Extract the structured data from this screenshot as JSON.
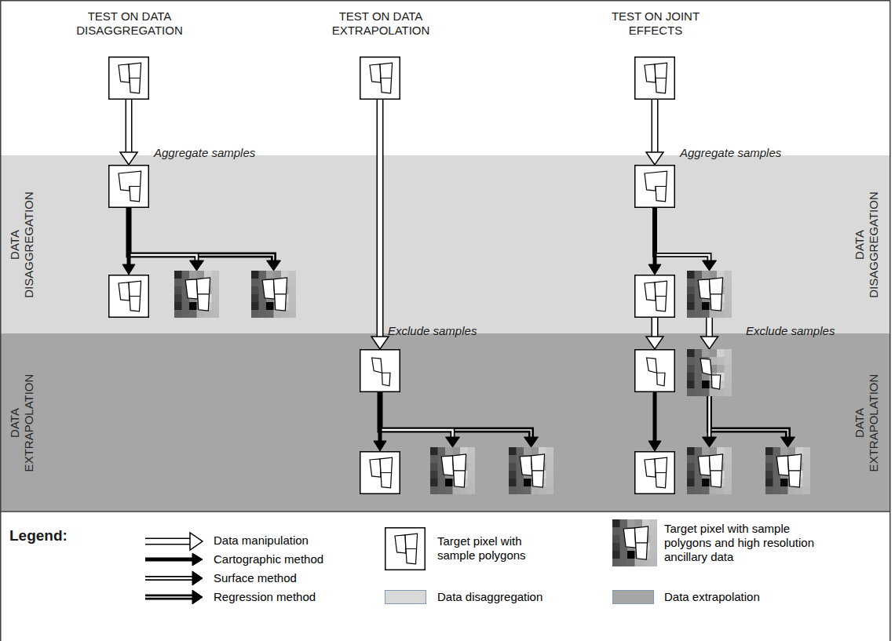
{
  "diagram": {
    "nodes": [
      {
        "text": []
      },
      {
        "text": []
      },
      {
        "text": []
      },
      {
        "text": [
          "DATA DISAGGREGATION",
          "DATA DISAGGREGATION"
        ]
      },
      {
        "text": [],
        "in": 3
      },
      {
        "text": [],
        "in": 3
      },
      {
        "text": [],
        "in": 3
      },
      {
        "text": [],
        "in": 3
      },
      {
        "text": [],
        "in": 3
      },
      {
        "text": [],
        "in": 3
      },
      {
        "text": [],
        "in": 3
      },
      {
        "text": [
          "DATA EXTRAPOLATION",
          "DATA EXTRAPOLATION"
        ]
      },
      {
        "text": [],
        "in": 11
      },
      {
        "text": [],
        "in": 11
      },
      {
        "text": [],
        "in": 11
      },
      {
        "text": [],
        "in": 11
      },
      {
        "text": [],
        "in": 11
      },
      {
        "text": [],
        "in": 11
      },
      {
        "text": [],
        "in": 11
      },
      {
        "text": [],
        "in": 11
      },
      {
        "text": [],
        "in": 11
      }
    ],
    "edges": [
      {
        "from": 0,
        "to": 4,
        "arrow": "to",
        "label": "Aggregate samples"
      },
      {
        "from": 4,
        "to": 5,
        "arrow": "to"
      },
      {
        "from": 4,
        "to": 6,
        "arrow": "to"
      },
      {
        "from": 4,
        "to": 7,
        "arrow": "to"
      },
      {
        "from": 1,
        "to": 12,
        "arrow": "to",
        "label": "Exclude samples"
      },
      {
        "from": 12,
        "to": 13,
        "arrow": "to"
      },
      {
        "from": 12,
        "to": 14,
        "arrow": "to"
      },
      {
        "from": 12,
        "to": 15,
        "arrow": "to"
      },
      {
        "from": 2,
        "to": 8,
        "arrow": "to",
        "label": "Aggregate samples"
      },
      {
        "from": 8,
        "to": 9,
        "arrow": "to"
      },
      {
        "from": 8,
        "to": 10,
        "arrow": "to"
      },
      {
        "from": 9,
        "to": 16,
        "arrow": "to"
      },
      {
        "from": 10,
        "to": 17,
        "arrow": "to",
        "label": "Exclude samples"
      },
      {
        "from": 16,
        "to": 18,
        "arrow": "to"
      },
      {
        "from": 17,
        "to": 19,
        "arrow": "to"
      },
      {
        "from": 17,
        "to": 20,
        "arrow": "to"
      }
    ],
    "labels": [
      "TEST ON DATA DISAGGREGATION",
      "TEST ON DATA EXTRAPOLATION",
      "TEST ON JOINT EFFECTS",
      "Legend:"
    ],
    "legend": [
      {
        "text": "Data manipulation"
      },
      {
        "text": "Cartographic method"
      },
      {
        "text": "Surface method"
      },
      {
        "text": "Regression method"
      },
      {
        "text": "Target pixel with sample polygons"
      },
      {
        "text": "Target pixel with sample polygons and high resolution ancillary data"
      },
      {
        "text": "Data disaggregation",
        "color": "#d9d9d9"
      },
      {
        "text": "Data extrapolation",
        "color": "#a6a6a6"
      }
    ]
  }
}
